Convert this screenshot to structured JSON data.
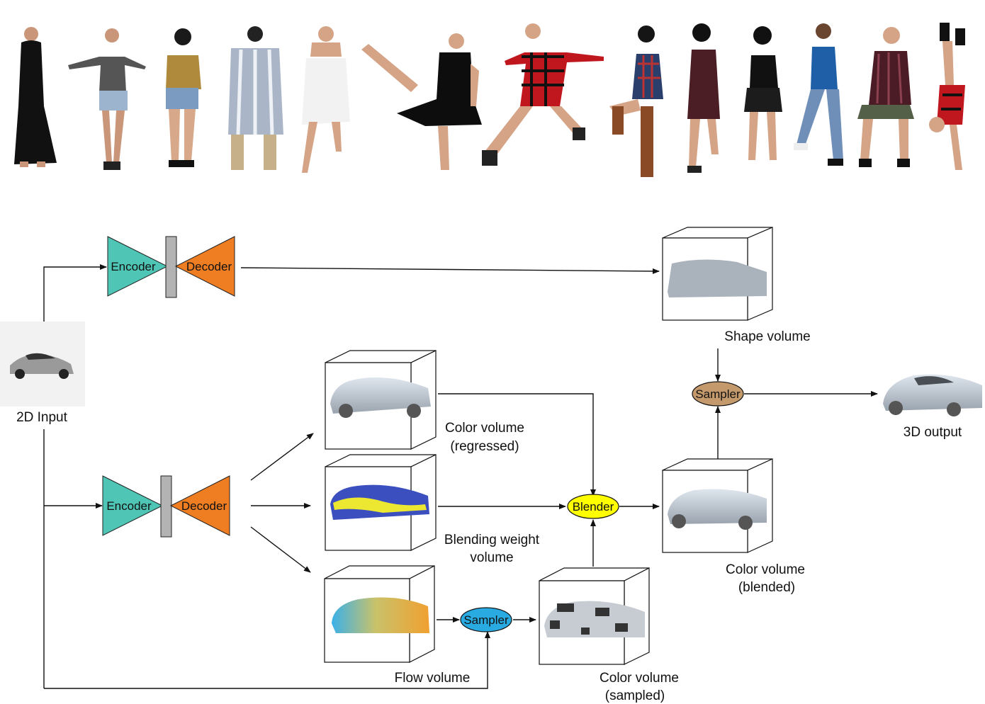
{
  "people_strip": {
    "figures": [
      {
        "name": "woman-black-robe"
      },
      {
        "name": "woman-gray-tshirt-shorts"
      },
      {
        "name": "woman-leopard-top-back"
      },
      {
        "name": "woman-striped-coat-back"
      },
      {
        "name": "woman-white-towel"
      },
      {
        "name": "woman-black-dress-kick"
      },
      {
        "name": "woman-plaid-dress-lunge"
      },
      {
        "name": "woman-blue-plaid-boots"
      },
      {
        "name": "woman-maroon-dress"
      },
      {
        "name": "woman-black-top-skirt"
      },
      {
        "name": "woman-blue-shirt-jeans"
      },
      {
        "name": "woman-striped-shirt-squat"
      },
      {
        "name": "woman-handstand"
      }
    ]
  },
  "input": {
    "label": "2D Input"
  },
  "top_branch": {
    "encoder_label": "Encoder",
    "decoder_label": "Decoder"
  },
  "bottom_branch": {
    "encoder_label": "Encoder",
    "decoder_label": "Decoder"
  },
  "volumes": {
    "shape": {
      "label_lines": [
        "Shape volume"
      ]
    },
    "color_regressed": {
      "label_lines": [
        "Color volume",
        "(regressed)"
      ]
    },
    "blending_weight": {
      "label_lines": [
        "Blending weight",
        "volume"
      ]
    },
    "flow": {
      "label_lines": [
        "Flow volume"
      ]
    },
    "color_sampled": {
      "label_lines": [
        "Color volume",
        "(sampled)"
      ]
    },
    "color_blended": {
      "label_lines": [
        "Color volume",
        "(blended)"
      ]
    }
  },
  "nodes": {
    "sampler_top": {
      "label": "Sampler",
      "color": "#c49a6c"
    },
    "blender": {
      "label": "Blender",
      "color": "#ffff00"
    },
    "sampler_bottom": {
      "label": "Sampler",
      "color": "#29abe2"
    }
  },
  "output": {
    "label": "3D output"
  },
  "colors": {
    "encoder": "#4fc6b5",
    "decoder": "#ef7d22",
    "bottleneck": "#b3b3b3",
    "blend_blue": "#3b4fbf",
    "blend_yellow": "#ece832"
  }
}
